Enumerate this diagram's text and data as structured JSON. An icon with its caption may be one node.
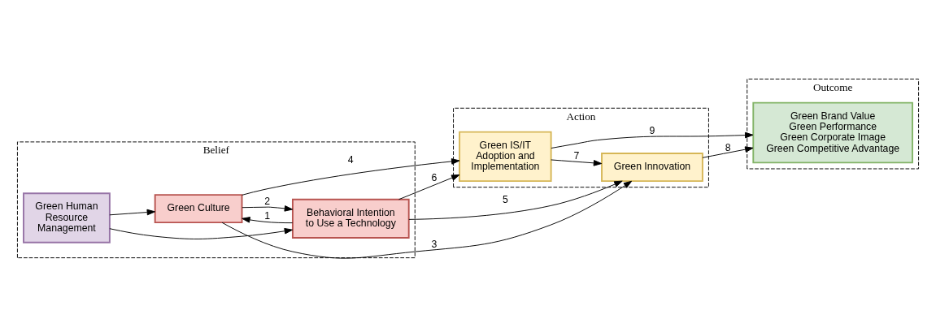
{
  "diagram": {
    "nodes": [
      {
        "text": [
          "Belief"
        ]
      },
      {
        "text": [
          "Action"
        ]
      },
      {
        "text": [
          "Outcome"
        ]
      },
      {
        "text": [
          "Green Human Resource Management"
        ],
        "in": 0
      },
      {
        "text": [
          "Green Culture"
        ],
        "in": 0
      },
      {
        "text": [
          "Behavioral Intention to Use a Technology"
        ],
        "in": 0
      },
      {
        "text": [
          "Green Innovation"
        ],
        "in": 1
      },
      {
        "text": [
          "Green IS/IT Adoption and Implementation"
        ],
        "in": 1
      },
      {
        "text": [
          "Green Brand Value",
          "Green Performance",
          "Green Corporate Image",
          "Green Competitive Advantage"
        ],
        "in": 2
      }
    ],
    "edges": [
      {
        "from": 3,
        "to": 4,
        "arrow": "to"
      },
      {
        "from": 3,
        "to": 5,
        "arrow": "to"
      },
      {
        "from": 5,
        "to": 4,
        "arrow": "to",
        "label": "1"
      },
      {
        "from": 4,
        "to": 5,
        "arrow": "to",
        "label": "2"
      },
      {
        "from": 4,
        "to": 6,
        "arrow": "to",
        "label": "3"
      },
      {
        "from": 4,
        "to": 7,
        "arrow": "to",
        "label": "4"
      },
      {
        "from": 5,
        "to": 6,
        "arrow": "to",
        "label": "5"
      },
      {
        "from": 5,
        "to": 7,
        "arrow": "to",
        "label": "6"
      },
      {
        "from": 7,
        "to": 6,
        "arrow": "to",
        "label": "7"
      },
      {
        "from": 6,
        "to": 8,
        "arrow": "to",
        "label": "8"
      },
      {
        "from": 7,
        "to": 8,
        "arrow": "to",
        "label": "9"
      }
    ]
  }
}
